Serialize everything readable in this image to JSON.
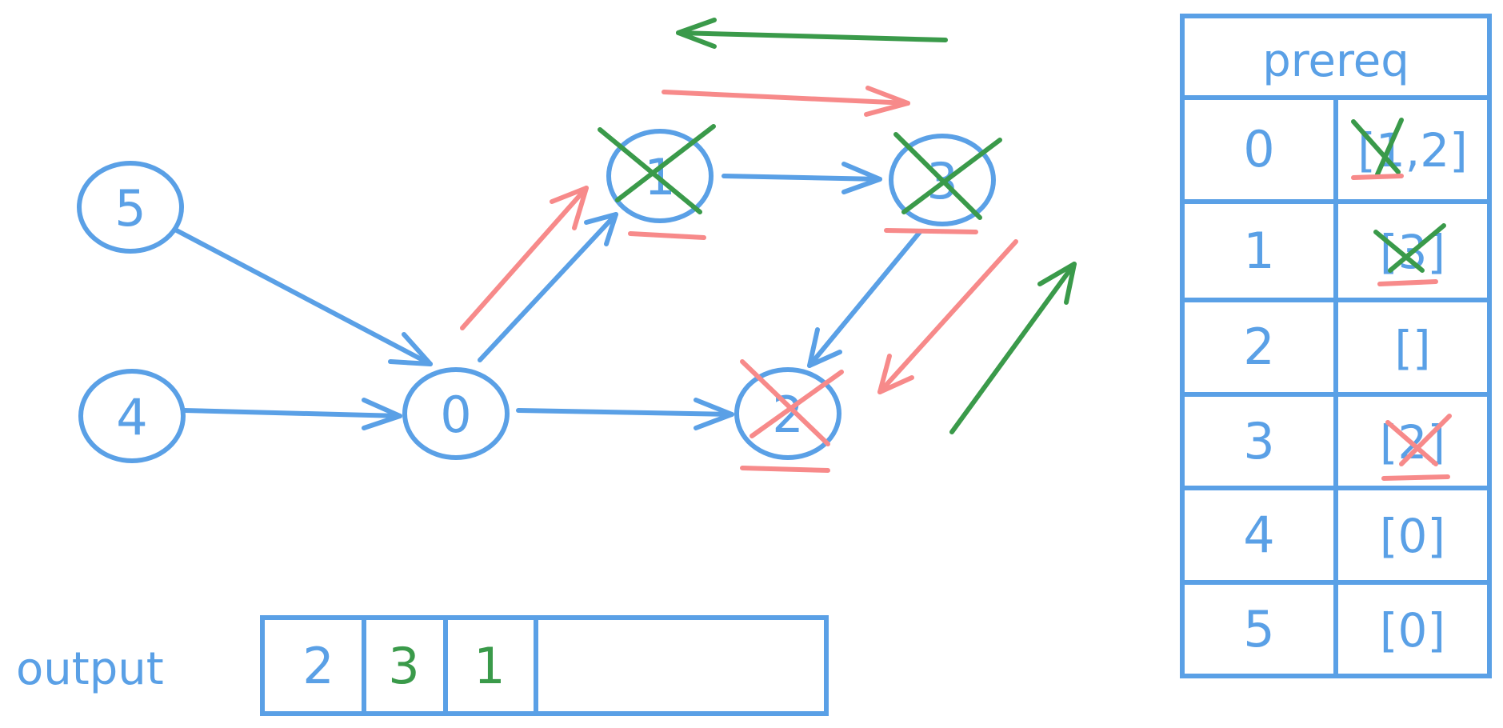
{
  "graph": {
    "nodes": [
      {
        "id": "5",
        "label": "5"
      },
      {
        "id": "4",
        "label": "4"
      },
      {
        "id": "0",
        "label": "0"
      },
      {
        "id": "1",
        "label": "1"
      },
      {
        "id": "3",
        "label": "3"
      },
      {
        "id": "2",
        "label": "2"
      }
    ]
  },
  "prereq_table": {
    "title": "prereq",
    "rows": [
      {
        "key": "0",
        "value": "[1,2]"
      },
      {
        "key": "1",
        "value": "[3]"
      },
      {
        "key": "2",
        "value": "[]"
      },
      {
        "key": "3",
        "value": "[2]"
      },
      {
        "key": "4",
        "value": "[0]"
      },
      {
        "key": "5",
        "value": "[0]"
      }
    ]
  },
  "output": {
    "label": "output",
    "cells": [
      "2",
      "3",
      "1"
    ]
  },
  "colors": {
    "blue": "#5aa0e6",
    "red": "#f78a8a",
    "green": "#3a9a4a"
  }
}
